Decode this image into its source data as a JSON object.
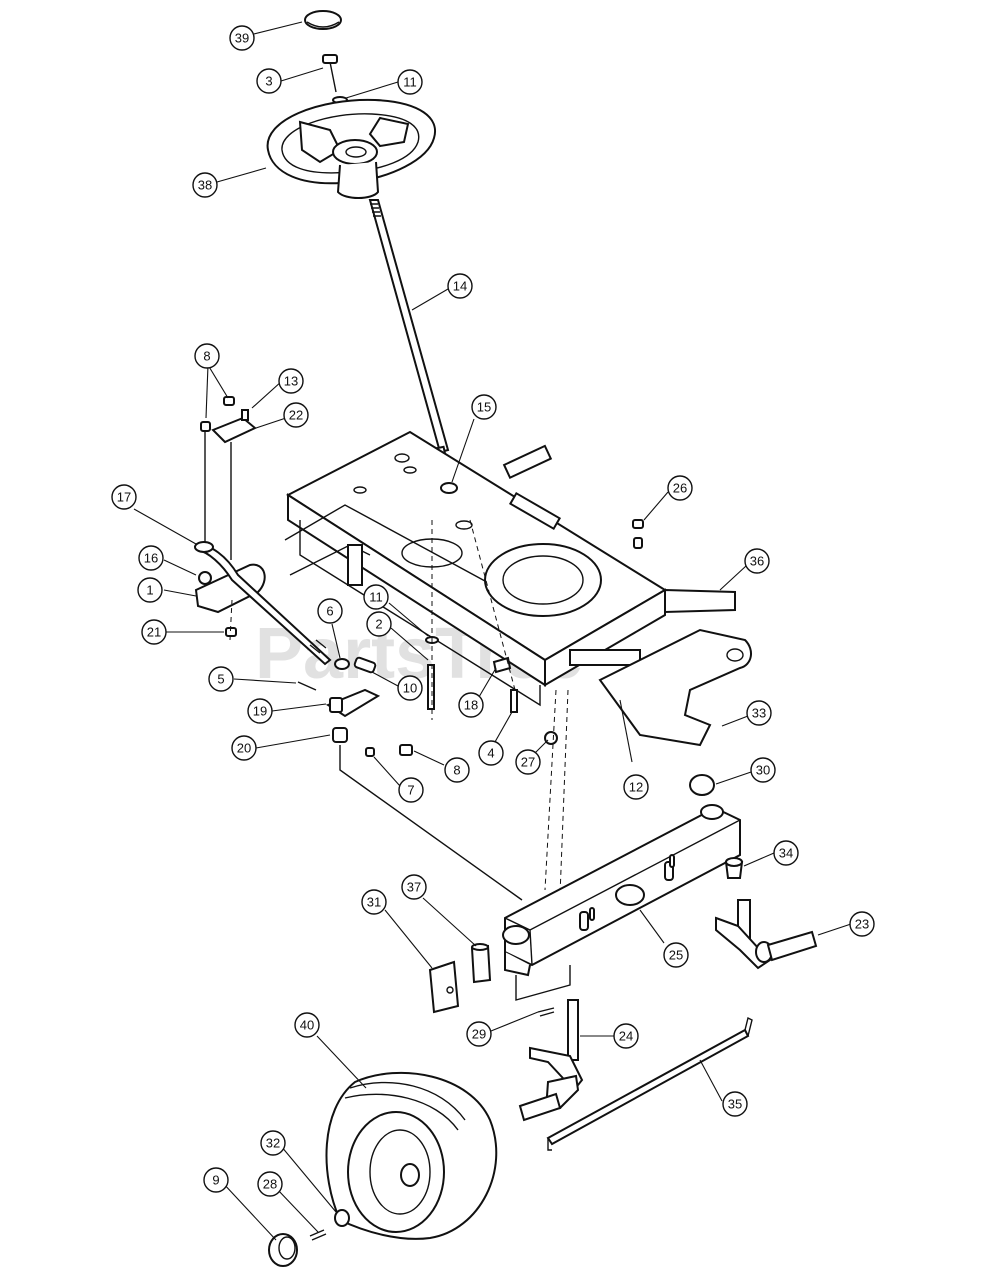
{
  "watermark": "PartsTree",
  "callouts": [
    {
      "id": "c1",
      "label": "1"
    },
    {
      "id": "c2",
      "label": "2"
    },
    {
      "id": "c3",
      "label": "3"
    },
    {
      "id": "c4",
      "label": "4"
    },
    {
      "id": "c5",
      "label": "5"
    },
    {
      "id": "c6",
      "label": "6"
    },
    {
      "id": "c7",
      "label": "7"
    },
    {
      "id": "c8a",
      "label": "8"
    },
    {
      "id": "c8b",
      "label": "8"
    },
    {
      "id": "c9",
      "label": "9"
    },
    {
      "id": "c10",
      "label": "10"
    },
    {
      "id": "c11a",
      "label": "11"
    },
    {
      "id": "c11b",
      "label": "11"
    },
    {
      "id": "c12",
      "label": "12"
    },
    {
      "id": "c13",
      "label": "13"
    },
    {
      "id": "c14",
      "label": "14"
    },
    {
      "id": "c15",
      "label": "15"
    },
    {
      "id": "c16",
      "label": "16"
    },
    {
      "id": "c17",
      "label": "17"
    },
    {
      "id": "c18",
      "label": "18"
    },
    {
      "id": "c19",
      "label": "19"
    },
    {
      "id": "c20",
      "label": "20"
    },
    {
      "id": "c21",
      "label": "21"
    },
    {
      "id": "c22",
      "label": "22"
    },
    {
      "id": "c23",
      "label": "23"
    },
    {
      "id": "c24",
      "label": "24"
    },
    {
      "id": "c25",
      "label": "25"
    },
    {
      "id": "c26",
      "label": "26"
    },
    {
      "id": "c27",
      "label": "27"
    },
    {
      "id": "c28",
      "label": "28"
    },
    {
      "id": "c29",
      "label": "29"
    },
    {
      "id": "c30",
      "label": "30"
    },
    {
      "id": "c31",
      "label": "31"
    },
    {
      "id": "c32",
      "label": "32"
    },
    {
      "id": "c33",
      "label": "33"
    },
    {
      "id": "c34",
      "label": "34"
    },
    {
      "id": "c35",
      "label": "35"
    },
    {
      "id": "c36",
      "label": "36"
    },
    {
      "id": "c37",
      "label": "37"
    },
    {
      "id": "c38",
      "label": "38"
    },
    {
      "id": "c39",
      "label": "39"
    },
    {
      "id": "c40",
      "label": "40"
    }
  ]
}
